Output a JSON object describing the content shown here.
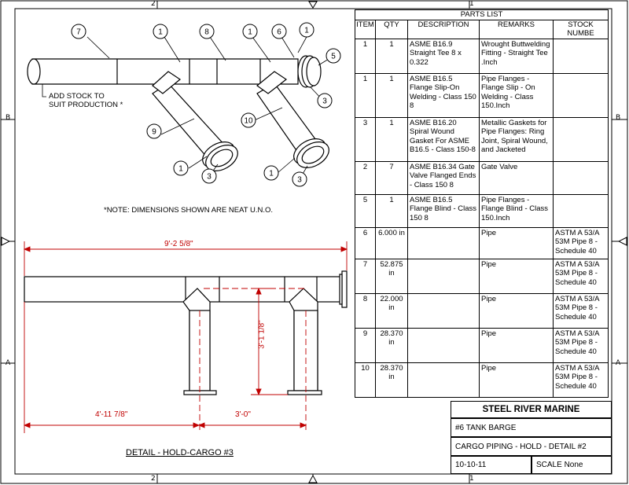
{
  "border_zones": {
    "top": [
      "2",
      "1"
    ],
    "bottom": [
      "2",
      "1"
    ],
    "left": [
      "B",
      "A"
    ],
    "right": [
      "B",
      "A"
    ]
  },
  "parts_list": {
    "title": "PARTS LIST",
    "headers": [
      "ITEM",
      "QTY",
      "DESCRIPTION",
      "REMARKS",
      "STOCK NUMBE"
    ],
    "rows": [
      {
        "item": "1",
        "qty": "1",
        "description": "ASME B16.9 Straight Tee 8 x 0.322",
        "remarks": "Wrought Buttwelding Fitting - Straight Tee .Inch",
        "stock": ""
      },
      {
        "item": "1",
        "qty": "1",
        "description": "ASME B16.5 Flange Slip-On Welding - Class 150 8",
        "remarks": "Pipe Flanges - Flange Slip - On Welding - Class 150.Inch",
        "stock": ""
      },
      {
        "item": "3",
        "qty": "1",
        "description": "ASME B16.20 Spiral Wound Gasket For ASME B16.5 - Class 150-8",
        "remarks": "Metallic Gaskets for Pipe Flanges: Ring Joint, Spiral Wound, and Jacketed",
        "stock": ""
      },
      {
        "item": "2",
        "qty": "7",
        "description": "ASME B16.34 Gate Valve Flanged Ends - Class 150 8",
        "remarks": "Gate Valve",
        "stock": ""
      },
      {
        "item": "5",
        "qty": "1",
        "description": "ASME B16.5 Flange Blind - Class 150 8",
        "remarks": "Pipe Flanges - Flange Blind - Class 150.Inch",
        "stock": ""
      },
      {
        "item": "6",
        "qty": "6.000 in",
        "description": "",
        "remarks": "Pipe",
        "stock": "ASTM A 53/A 53M Pipe 8 - Schedule 40"
      },
      {
        "item": "7",
        "qty": "52.875 in",
        "description": "",
        "remarks": "Pipe",
        "stock": "ASTM A 53/A 53M Pipe 8 - Schedule 40"
      },
      {
        "item": "8",
        "qty": "22.000 in",
        "description": "",
        "remarks": "Pipe",
        "stock": "ASTM A 53/A 53M Pipe 8 - Schedule 40"
      },
      {
        "item": "9",
        "qty": "28.370 in",
        "description": "",
        "remarks": "Pipe",
        "stock": "ASTM A 53/A 53M Pipe 8 - Schedule 40"
      },
      {
        "item": "10",
        "qty": "28.370 in",
        "description": "",
        "remarks": "Pipe",
        "stock": "ASTM A 53/A 53M Pipe 8 - Schedule 40"
      }
    ]
  },
  "balloons": [
    "7",
    "1",
    "8",
    "1",
    "6",
    "1",
    "5",
    "3",
    "9",
    "10",
    "1",
    "3",
    "1",
    "3"
  ],
  "notes": {
    "add_stock": "ADD STOCK TO\nSUIT PRODUCTION *",
    "neat": "*NOTE: DIMENSIONS SHOWN ARE NEAT U.N.O."
  },
  "dimensions": {
    "overall": "9'-2 5/8\"",
    "height": "3'-1 1/8\"",
    "left_offset": "4'-11 7/8\"",
    "spacing": "3'-0\""
  },
  "detail_label": "DETAIL - HOLD-CARGO #3",
  "title_block": {
    "company": "STEEL RIVER MARINE",
    "project": "#6 TANK BARGE",
    "drawing": "CARGO PIPING - HOLD - DETAIL #2",
    "date": "10-10-11",
    "scale": "SCALE  None"
  }
}
